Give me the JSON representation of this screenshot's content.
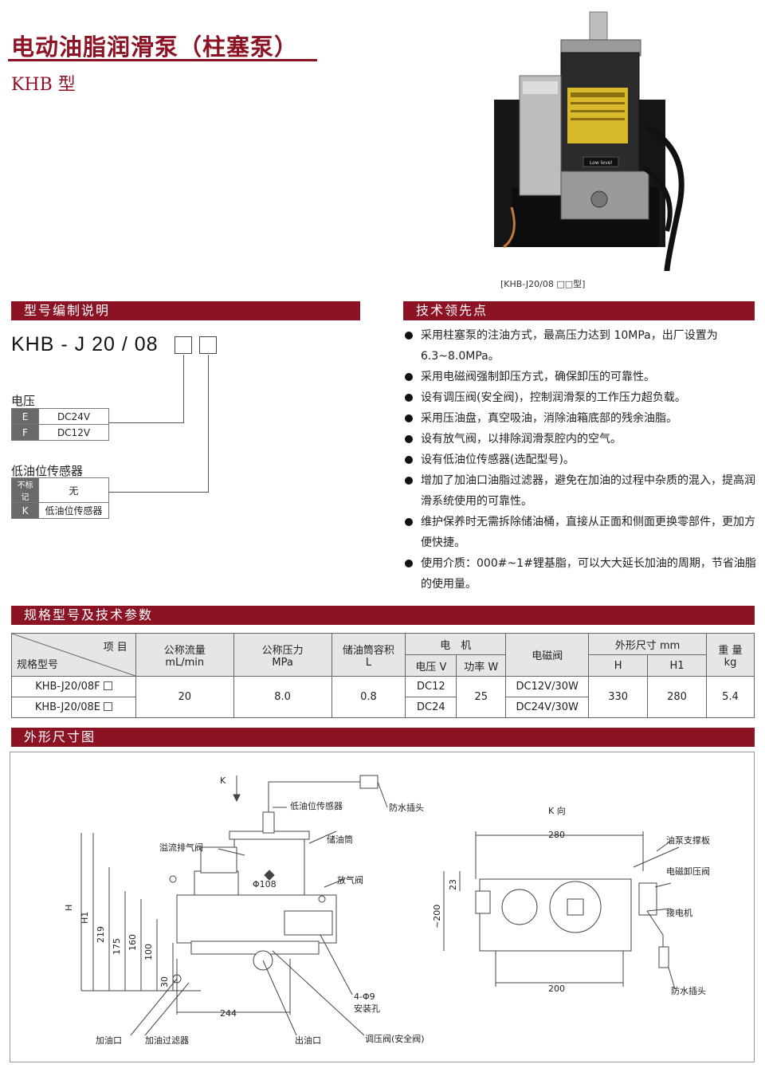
{
  "header": {
    "title": "电动油脂润滑泵（柱塞泵）",
    "subtitle": "KHB 型"
  },
  "photo": {
    "caption": "[KHB-J20/08 □□型]",
    "label_text": "Low level"
  },
  "model_section": {
    "heading": "型号编制说明",
    "code": "KHB - J 20 / 08",
    "voltage": {
      "label": "电压",
      "rows": [
        {
          "key": "E",
          "value": "DC24V"
        },
        {
          "key": "F",
          "value": "DC12V"
        }
      ]
    },
    "sensor": {
      "label": "低油位传感器",
      "rows": [
        {
          "key": "不标记",
          "value": "无"
        },
        {
          "key": "K",
          "value": "低油位传感器"
        }
      ]
    }
  },
  "tech_section": {
    "heading": "技术领先点",
    "items": [
      "采用柱塞泵的注油方式，最高压力达到 10MPa，出厂设置为 6.3~8.0MPa。",
      "采用电磁阀强制卸压方式，确保卸压的可靠性。",
      "设有调压阀(安全阀)，控制润滑泵的工作压力超负载。",
      "采用压油盘，真空吸油，消除油箱底部的残余油脂。",
      "设有放气阀，以排除润滑泵腔内的空气。",
      "设有低油位传感器(选配型号)。",
      "增加了加油口油脂过滤器，避免在加油的过程中杂质的混入，提高润滑系统使用的可靠性。",
      "维护保养时无需拆除储油桶，直接从正面和侧面更换零部件，更加方便快捷。",
      "使用介质：000#~1#锂基脂，可以大大延长加油的周期，节省油脂的使用量。"
    ]
  },
  "spec_section": {
    "heading": "规格型号及技术参数",
    "header": {
      "item": "项 目",
      "model": "规格型号",
      "flow": "公称流量",
      "flow_unit": "mL/min",
      "pressure": "公称压力",
      "pressure_unit": "MPa",
      "capacity": "储油筒容积",
      "capacity_unit": "L",
      "motor": "电　机",
      "voltage": "电压 V",
      "power": "功率 W",
      "valve": "电磁阀",
      "dims": "外形尺寸 mm",
      "h": "H",
      "h1": "H1",
      "weight": "重 量",
      "weight_unit": "kg"
    },
    "rows": [
      {
        "model": "KHB-J20/08F",
        "voltage": "DC12",
        "valve": "DC12V/30W"
      },
      {
        "model": "KHB-J20/08E",
        "voltage": "DC24",
        "valve": "DC24V/30W"
      }
    ],
    "shared": {
      "flow": "20",
      "pressure": "8.0",
      "capacity": "0.8",
      "power": "25",
      "h": "330",
      "h1": "280",
      "weight": "5.4"
    }
  },
  "drawing_section": {
    "heading": "外形尺寸图",
    "labels": {
      "k": "K",
      "k_view": "K 向",
      "sensor": "低油位传感器",
      "plug1": "防水插头",
      "tank": "储油筒",
      "overflow": "溢流排气阀",
      "vent": "放气阀",
      "mount_hole": "4-Φ9",
      "mount_hole2": "安装孔",
      "fill": "加油口",
      "filter": "加油过滤器",
      "outlet": "出油口",
      "relief": "调压阀(安全阀)",
      "bracket": "油泵支撑板",
      "solenoid": "电磁卸压阀",
      "motor": "接电机",
      "plug2": "防水插头"
    },
    "dims": {
      "phi": "Φ108",
      "h": "H",
      "h1": "H1",
      "d219": "219",
      "d175": "175",
      "d160": "160",
      "d100": "100",
      "d30": "30",
      "d244": "244",
      "d280": "280",
      "d200": "200",
      "d23": "23",
      "d200v": "~200"
    }
  }
}
